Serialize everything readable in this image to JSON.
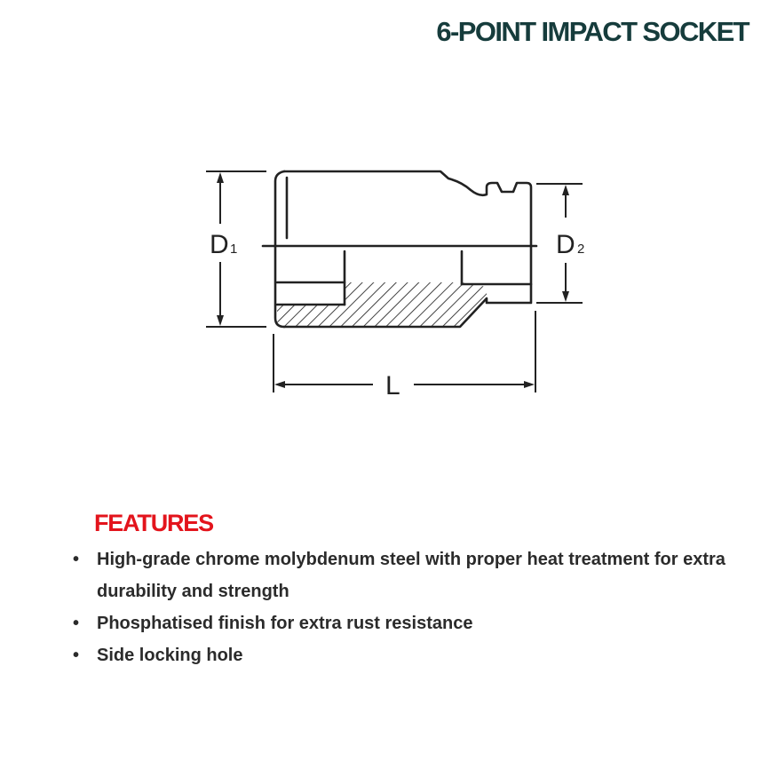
{
  "header": {
    "title": "6-POINT IMPACT SOCKET"
  },
  "diagram": {
    "labels": {
      "d1_main": "D",
      "d1_sub": "1",
      "d2_main": "D",
      "d2_sub": "2",
      "length": "L"
    }
  },
  "features": {
    "heading": "FEATURES",
    "items": [
      "High-grade chrome molybdenum steel with proper heat treatment for extra durability and strength",
      "Phosphatised finish for extra rust resistance",
      "Side locking hole"
    ]
  },
  "colors": {
    "title": "#163c3c",
    "heading": "#e3141c",
    "body_text": "#2b2b2b",
    "drawing": "#222222"
  }
}
